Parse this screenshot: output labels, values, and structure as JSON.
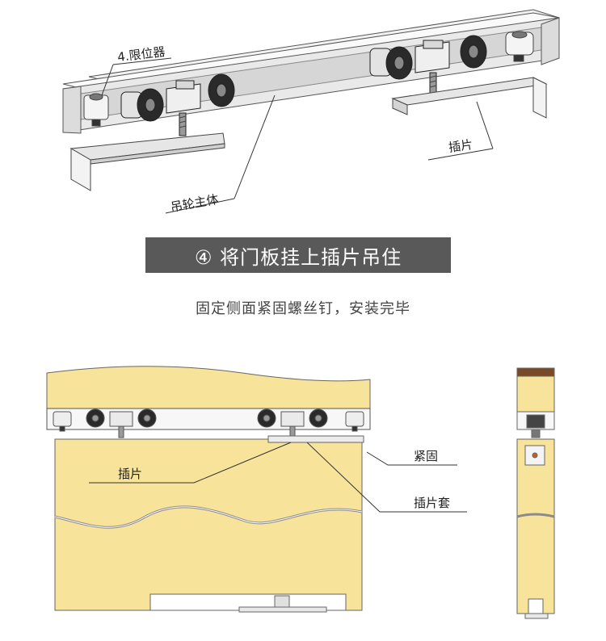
{
  "top_diagram": {
    "label_stopper": "4.限位器",
    "label_insert": "插片",
    "label_hanger_body": "吊轮主体"
  },
  "step": {
    "title": "④ 将门板挂上插片吊住",
    "description": "固定侧面紧固螺丝钉，安装完毕"
  },
  "bottom_diagram": {
    "label_insert": "插片",
    "label_tighten": "紧固",
    "label_insert_sleeve": "插片套"
  },
  "colors": {
    "door_panel": "#f8e39a",
    "door_outline": "#555555",
    "banner": "#595959",
    "rail_face": "#ececec",
    "wheel": "#2a2a2a",
    "wood_top": "#7a4a26"
  }
}
